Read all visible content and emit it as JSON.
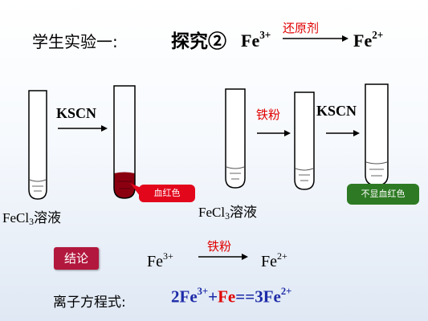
{
  "header": {
    "label": "学生实验一:",
    "explore": "探究②",
    "from_species": "Fe",
    "from_charge": "3+",
    "reagent": "还原剂",
    "to_species": "Fe",
    "to_charge": "2+"
  },
  "experiment_a": {
    "reagent": "KSCN",
    "tube_label_main": "FeCl",
    "tube_label_sub": "3",
    "tube_label_tail": "溶液",
    "result": "血红色"
  },
  "experiment_b": {
    "reagent_1": "铁粉",
    "reagent_2": "KSCN",
    "tube_label_main": "FeCl",
    "tube_label_sub": "3",
    "tube_label_tail": "溶液",
    "result": "不显血红色"
  },
  "conclusion": {
    "label": "结论",
    "from_species": "Fe",
    "from_charge": "3+",
    "reagent": "铁粉",
    "to_species": "Fe",
    "to_charge": "2+"
  },
  "ionic_equation": {
    "label": "离子方程式:",
    "coef_left": "2Fe",
    "charge_left": "3+",
    "plus": "+",
    "fe": "Fe",
    "equals": "==",
    "coef_right": "3Fe",
    "charge_right": "2+"
  },
  "colors": {
    "red_liquid": "#8b0010",
    "red_callout": "#e3071c",
    "green_callout": "#2e7a24",
    "conclusion_box": "#b2173d",
    "equation_blue": "#1d2ba8",
    "accent_red": "#e00000"
  }
}
